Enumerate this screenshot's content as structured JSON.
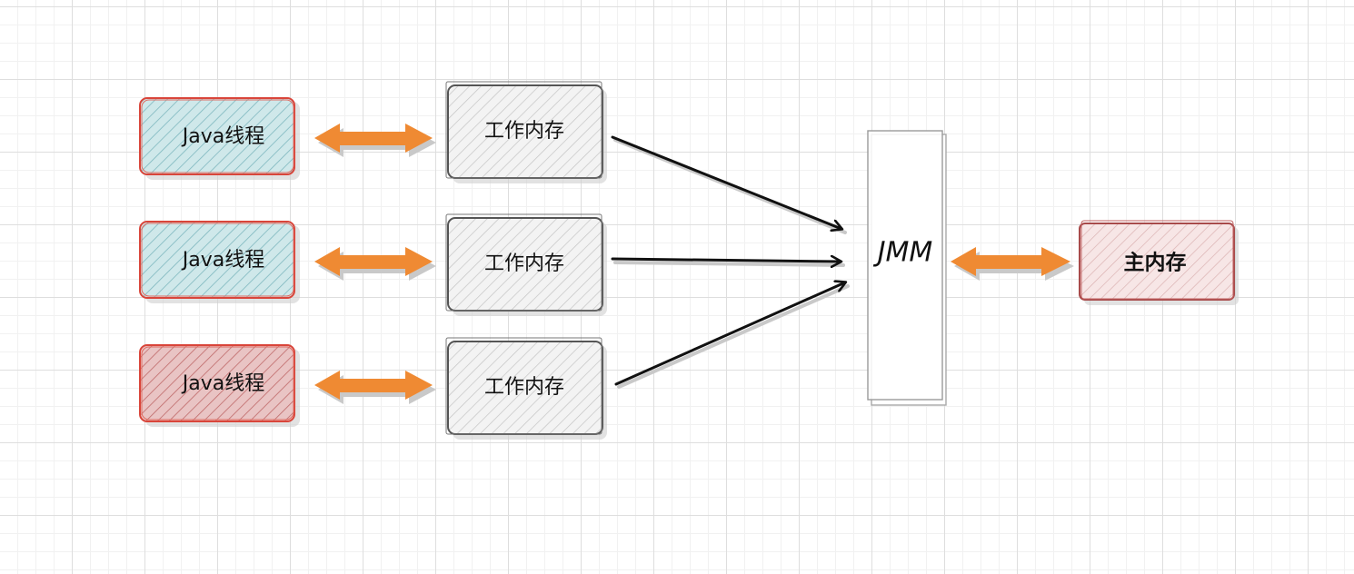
{
  "diagram": {
    "threads": [
      {
        "label": "Java线程",
        "style": "blue"
      },
      {
        "label": "Java线程",
        "style": "blue"
      },
      {
        "label": "Java线程",
        "style": "red"
      }
    ],
    "working_memory": [
      {
        "label": "工作内存"
      },
      {
        "label": "工作内存"
      },
      {
        "label": "工作内存"
      }
    ],
    "jmm": {
      "label": "JMM"
    },
    "main_memory": {
      "label": "主内存"
    },
    "colors": {
      "thread_fill_blue": "#b9dce0",
      "thread_fill_red": "#d6a3a3",
      "thread_border": "#d9453a",
      "working_memory_fill": "#e7e7e7",
      "working_memory_border": "#555555",
      "jmm_border": "#a9a9a9",
      "main_memory_fill": "#f1d9d9",
      "main_memory_border": "#a84a4a",
      "double_arrow": "#ef8a33",
      "connector": "#111111"
    }
  }
}
